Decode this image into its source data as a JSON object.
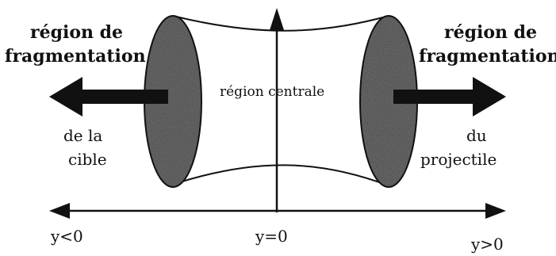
{
  "labels": {
    "left_top_1": "région de",
    "left_top_2": "fragmentation",
    "left_bottom_1": "de la",
    "left_bottom_2": "cible",
    "right_top_1": "région de",
    "right_top_2": "fragmentation",
    "right_bottom_1": "du",
    "right_bottom_2": "projectile",
    "center": "région centrale",
    "axis_neg": "y<0",
    "axis_zero": "y=0",
    "axis_pos": "y>0"
  },
  "colors": {
    "ink": "#111111",
    "speckle": "#333333",
    "background": "#ffffff"
  }
}
